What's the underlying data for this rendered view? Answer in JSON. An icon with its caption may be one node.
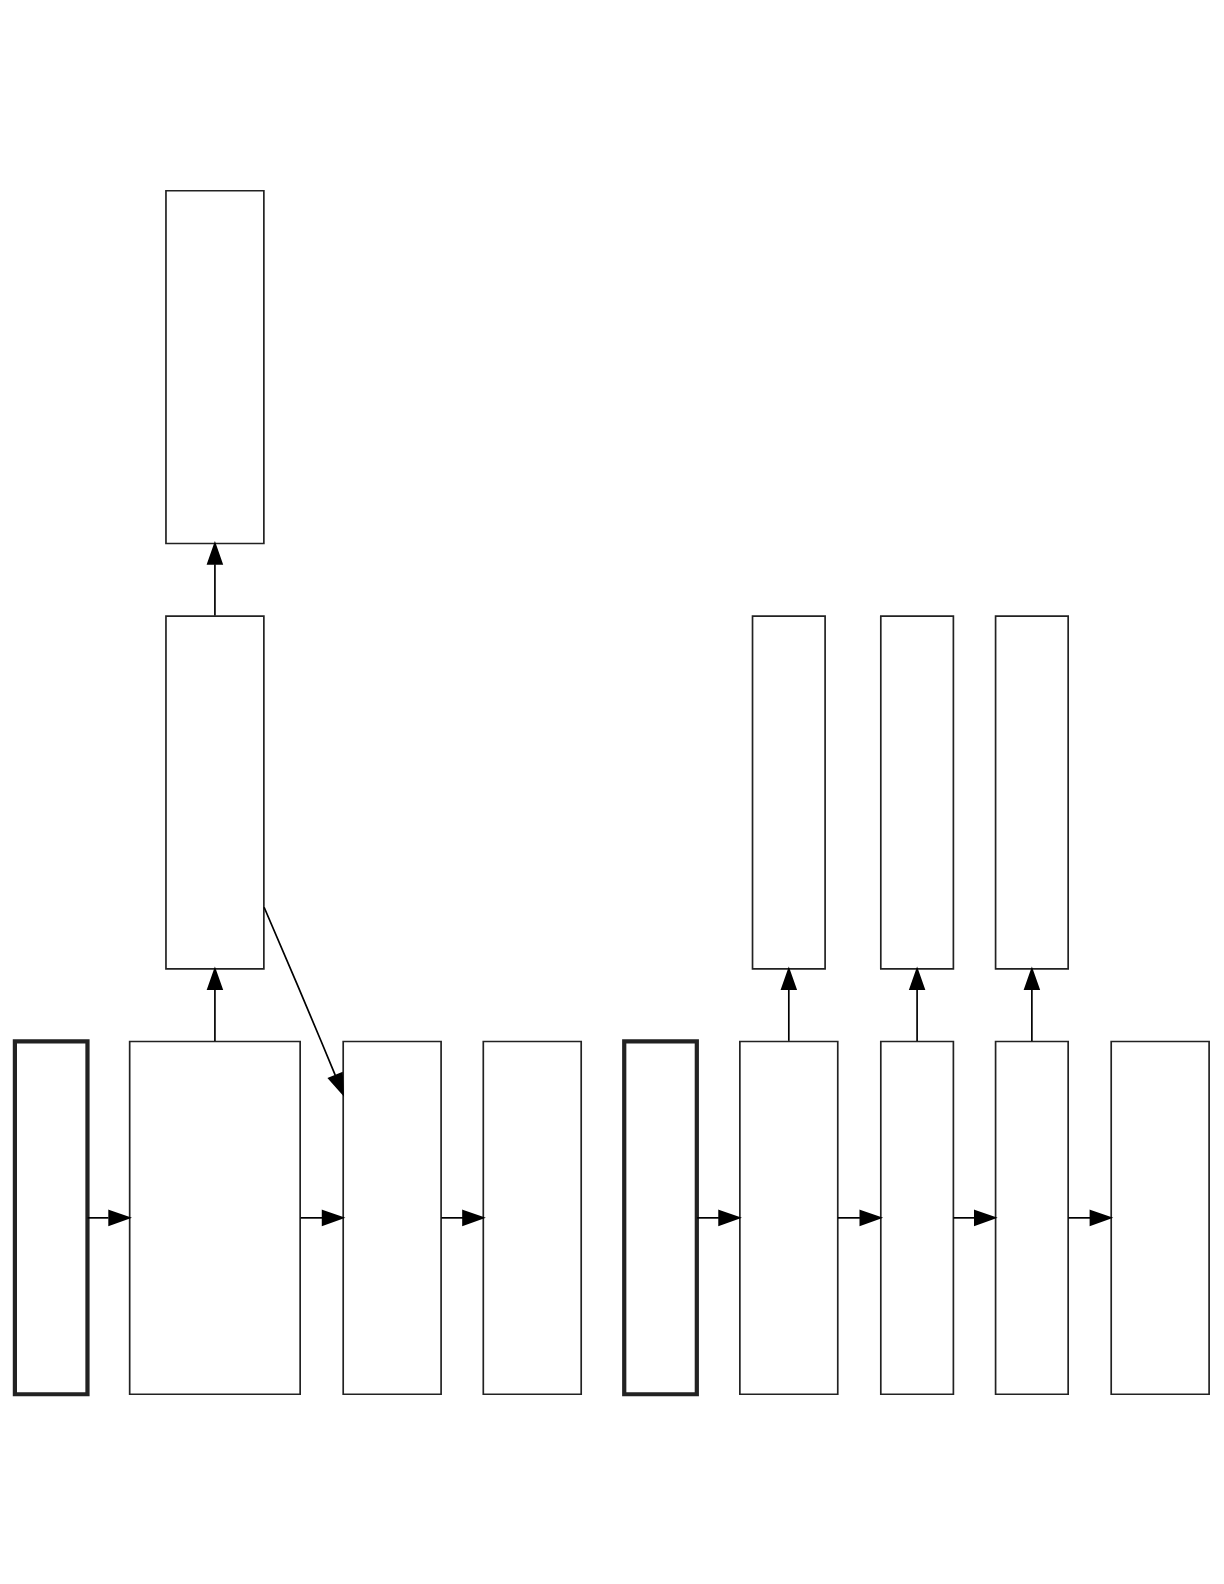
{
  "diagram": {
    "nodes": [
      {
        "text": [],
        "shape": "box"
      },
      {
        "text": [],
        "shape": "box"
      },
      {
        "text": [],
        "shape": "box"
      },
      {
        "text": [],
        "shape": "box"
      },
      {
        "text": [],
        "shape": "box"
      },
      {
        "text": [],
        "shape": "box"
      },
      {
        "text": [],
        "shape": "box"
      },
      {
        "text": [],
        "shape": "box"
      },
      {
        "text": [],
        "shape": "box"
      },
      {
        "text": [],
        "shape": "box"
      },
      {
        "text": [],
        "shape": "box"
      },
      {
        "text": [],
        "shape": "box"
      },
      {
        "text": [],
        "shape": "box"
      },
      {
        "text": [],
        "shape": "box"
      }
    ],
    "edges": [
      {
        "from": 2,
        "to": 3,
        "arrow": "to"
      },
      {
        "from": 3,
        "to": 1,
        "arrow": "to"
      },
      {
        "from": 1,
        "to": 0,
        "arrow": "to"
      },
      {
        "from": 1,
        "to": 4,
        "arrow": "to"
      },
      {
        "from": 3,
        "to": 4,
        "arrow": "to"
      },
      {
        "from": 4,
        "to": 5,
        "arrow": "to"
      },
      {
        "from": 9,
        "to": 10,
        "arrow": "to"
      },
      {
        "from": 10,
        "to": 11,
        "arrow": "to"
      },
      {
        "from": 11,
        "to": 12,
        "arrow": "to"
      },
      {
        "from": 12,
        "to": 13,
        "arrow": "to"
      },
      {
        "from": 10,
        "to": 6,
        "arrow": "to"
      },
      {
        "from": 11,
        "to": 7,
        "arrow": "to"
      },
      {
        "from": 12,
        "to": 8,
        "arrow": "to"
      }
    ]
  }
}
